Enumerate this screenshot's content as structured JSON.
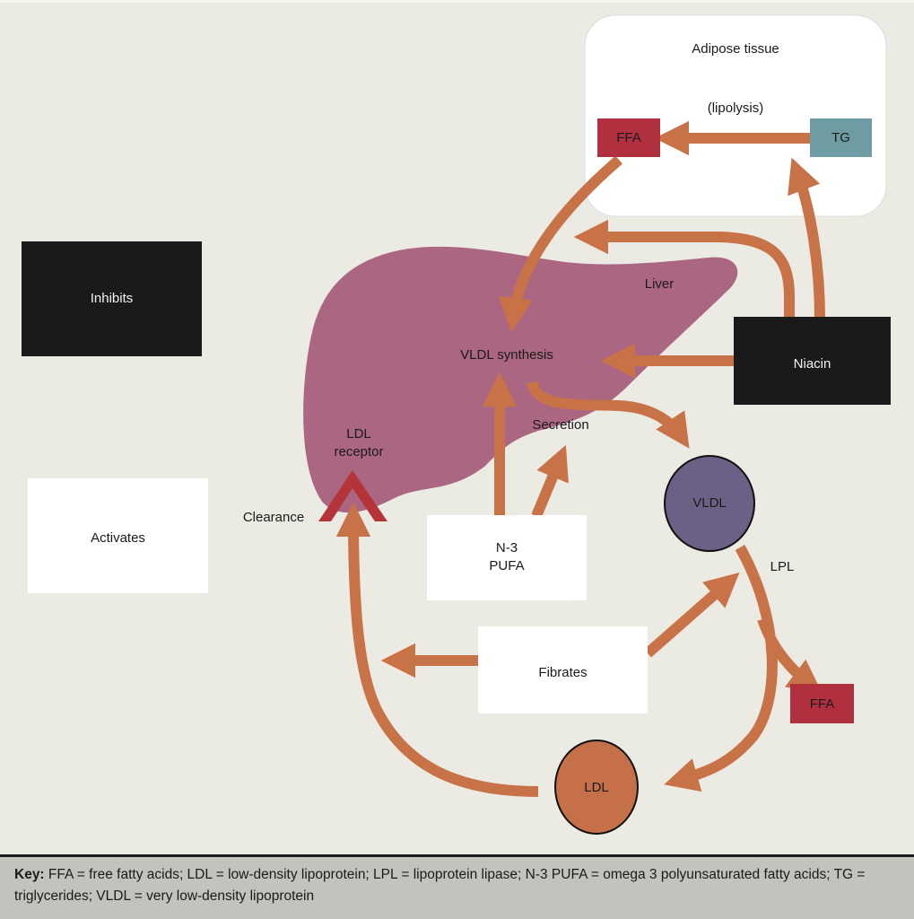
{
  "colors": {
    "background": "#ebeae3",
    "arrow": "#c87248",
    "liver": "#ab6682",
    "ffa": "#b0303f",
    "tg": "#6f9ba3",
    "vldl": "#6b6187",
    "ldl": "#c6704a",
    "inhibit_box": "#1a1a1a",
    "activate_box": "#ffffff",
    "ldl_receptor": "#b5343a",
    "key_bg": "#c3c2bc"
  },
  "legend": {
    "inhibits": "Inhibits",
    "activates": "Activates"
  },
  "adipose": {
    "title": "Adipose tissue",
    "process": "(lipolysis)",
    "ffa": "FFA",
    "tg": "TG"
  },
  "liver": {
    "label": "Liver",
    "vldl_synthesis": "VLDL synthesis",
    "ldl_receptor_line1": "LDL",
    "ldl_receptor_line2": "receptor"
  },
  "labels": {
    "secretion": "Secretion",
    "clearance": "Clearance",
    "lpl": "LPL"
  },
  "drugs": {
    "niacin": "Niacin",
    "n3_line1": "N-3",
    "n3_line2": "PUFA",
    "fibrates": "Fibrates"
  },
  "particles": {
    "vldl": "VLDL",
    "ldl": "LDL",
    "ffa": "FFA"
  },
  "key": {
    "prefix": "Key:",
    "text": " FFA = free fatty acids; LDL = low-density lipoprotein; LPL = lipoprotein lipase; N-3 PUFA = omega 3 polyunsaturated fatty acids; TG = triglycerides; VLDL = very low-density lipoprotein"
  }
}
